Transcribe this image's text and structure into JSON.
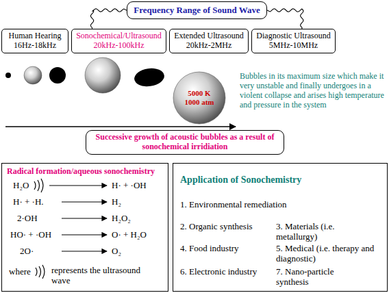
{
  "diagram": {
    "nodes": [
      {
        "text": [
          "Frequency Range of Sound Wave"
        ]
      },
      {
        "text": [
          "Human Hearing",
          "16Hz-18kHz"
        ]
      },
      {
        "text": [
          "Sonochemical/Ultrasound",
          "20kHz-100kHz"
        ]
      },
      {
        "text": [
          "Extended Ultrasound",
          "20kHz-2MHz"
        ]
      },
      {
        "text": [
          "Diagnostic Ultrasound",
          "5MHz-10MHz"
        ]
      },
      {
        "text": [
          "5000 K",
          "1000 atm"
        ]
      },
      {
        "text": [
          "Successive growth of acoustic bubbles as a result of sonochemical irridiation"
        ]
      },
      {
        "text": [
          "Radical formation/aqueous sonochemistry",
          "H₂O",
          "H· + ·OH",
          "H· + ·H.",
          "H₂",
          "2·OH",
          "H₂O₂",
          "HO· + ·OH",
          "O· + H₂O",
          "2O·",
          "O₂",
          "where",
          "represents the ultrasound wave"
        ]
      },
      {
        "text": [
          "Application of Sonochemistry",
          "1. Environmental remediation",
          "2. Organic synthesis",
          "3. Materials (i.e. metallurgy)",
          "4. Food industry",
          "5. Medical (i.e. therapy and diagnostic)",
          "6. Electronic industry",
          "7. Nano-particle synthesis"
        ]
      }
    ],
    "edges": [
      {
        "from": 0,
        "to": 2,
        "arrow": "none"
      },
      {
        "from": 0,
        "to": 4,
        "arrow": "none"
      }
    ],
    "labels": [
      "Bubbles in its maximum size which make it very unstable and finally undergoes in a violent collapse and arises high temperature and pressure in the system"
    ]
  }
}
